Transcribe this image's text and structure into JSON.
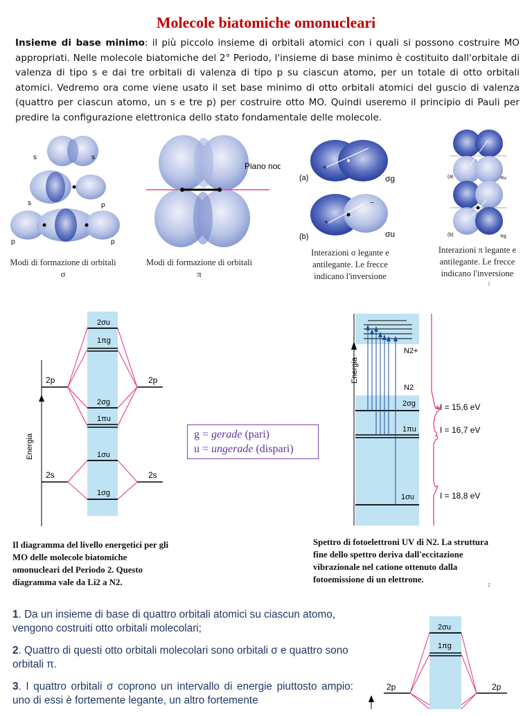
{
  "title": "Molecole biatomiche omonucleari",
  "intro": {
    "bold": "Insieme di base minimo",
    "text": ": il più piccolo insieme di orbitali atomici con i quali si possono costruire MO appropriati. Nelle molecole biatomiche del 2° Periodo, l'insieme di base minimo è costituito dall'orbitale di valenza di tipo s e dai tre orbitali di valenza di tipo p su ciascun atomo, per un totale di otto orbitali atomici. Vedremo ora come viene usato il set base minimo di otto orbitali atomici del guscio di valenza (quattro per ciascun atomo, un s e tre p) per costruire otto MO. Quindi useremo il principio di Pauli per predire la configurazione elettronica dello stato fondamentale delle molecole."
  },
  "figures": {
    "sigma_formation": {
      "labels": [
        "s",
        "s",
        "s",
        "p",
        "p",
        "p"
      ],
      "caption": "Modi di formazione di orbitali σ"
    },
    "pi_formation": {
      "plane_label": "Piano nodale",
      "caption": "Modi di formazione di orbitali π"
    },
    "sigma_interactions": {
      "a": "(a)",
      "b": "(b)",
      "sigma_g": "σg",
      "sigma_u": "σu",
      "caption": "Interazioni σ legante e antilegante. Le frecce indicano l'inversione"
    },
    "pi_interactions": {
      "a": "(a)",
      "b": "(b)",
      "pi_u": "πu",
      "pi_g": "πg",
      "caption": "Interazioni π legante e antilegante. Le frecce indicano l'inversione",
      "page": "1"
    }
  },
  "mo_diagram": {
    "energy_label": "Energia",
    "left_2p": "2p",
    "right_2p": "2p",
    "left_2s": "2s",
    "right_2s": "2s",
    "levels": [
      "2σu",
      "1πg",
      "2σg",
      "1πu",
      "1σu",
      "1σg"
    ],
    "caption": "Il diagramma del livello energetici per gli MO delle molecole biatomiche omonucleari del Periodo 2. Questo diagramma vale da Li2 a N2."
  },
  "legend": {
    "g_prefix": "g = ",
    "g_word": "gerade",
    "g_suffix": " (pari)",
    "u_prefix": "u = ",
    "u_word": "ungerade",
    "u_suffix": " (dispari)"
  },
  "pes": {
    "energy_label": "Energia",
    "n2_plus": "N2+",
    "n2": "N2",
    "levels": [
      "2σg",
      "1πu",
      "1σu"
    ],
    "ionization": [
      "I = 15,6 eV",
      "I = 16,7 eV",
      "I = 18,8 eV"
    ],
    "caption_lines": [
      "Spettro di fotoelettroni UV di N2. La struttura",
      "fine dello spettro deriva dall'eccitazione",
      "vibrazionale nel catione ottenuto dalla",
      "fotoemissione di un elettrone."
    ],
    "page": "2"
  },
  "points": [
    {
      "num": "1",
      "text": ". Da un insieme di base di quattro orbitali atomici su ciascun atomo, vengono costruiti otto orbitali molecolari;"
    },
    {
      "num": "2",
      "text": ". Quattro di questi otto orbitali molecolari sono orbitali σ e quattro sono orbitali π."
    },
    {
      "num": "3",
      "text": ". I quattro orbitali σ coprono un intervallo di energie piuttosto ampio: uno di essi è fortemente legante, un altro fortemente"
    }
  ],
  "mini_diagram": {
    "left_2p": "2p",
    "right_2p": "2p",
    "levels": [
      "2σu",
      "1πg"
    ]
  }
}
